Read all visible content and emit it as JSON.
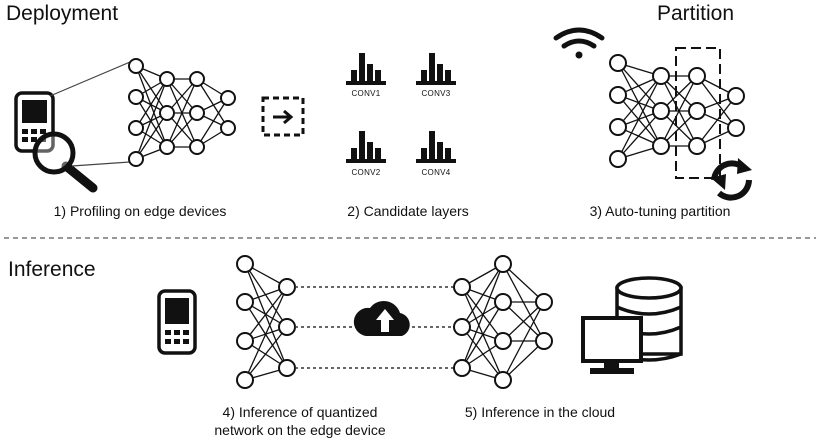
{
  "sections": {
    "deployment": "Deployment",
    "partition": "Partition",
    "inference": "Inference"
  },
  "steps": {
    "s1": "1) Profiling on edge devices",
    "s2": "2) Candidate layers",
    "s3": "3) Auto-tuning partition",
    "s4_line1": "4) Inference of quantized",
    "s4_line2": "network on the edge device",
    "s5": "5) Inference in the cloud"
  },
  "candidate_layers": [
    "CONV1",
    "CONV3",
    "CONV2",
    "CONV4"
  ],
  "icons": [
    "phone-icon",
    "magnifier-icon",
    "neural-network-icon",
    "transfer-box-icon",
    "bar-chart-icon",
    "wifi-icon",
    "refresh-icon",
    "cloud-upload-icon",
    "database-icon",
    "monitor-icon"
  ],
  "colors": {
    "ink": "#111111",
    "dash": "#888888",
    "background": "#ffffff"
  }
}
